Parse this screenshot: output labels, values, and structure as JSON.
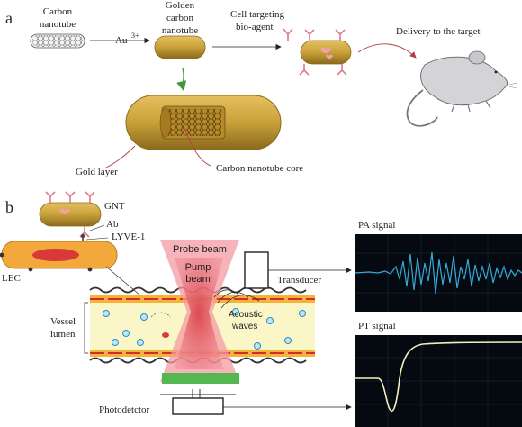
{
  "panel_a": {
    "label": "a",
    "carbon_nanotube_label": [
      "Carbon",
      "nanotube"
    ],
    "au_label": "Au",
    "au_superscript": "3+",
    "golden_cnt_label": [
      "Golden",
      "carbon",
      "nanotube"
    ],
    "targeting_label": [
      "Cell targeting",
      "bio-agent"
    ],
    "delivery_label": "Delivery to the target",
    "gold_layer_label": "Gold layer",
    "core_label": "Carbon nanotube core"
  },
  "panel_b": {
    "label": "b",
    "gnt_label": "GNT",
    "ab_label": "Ab",
    "lyve_label": "LYVE-1",
    "lec_label": "LEC",
    "probe_beam_label": "Probe beam",
    "pump_beam_label": [
      "Pump",
      "beam"
    ],
    "acoustic_label": [
      "Acoustic",
      "waves"
    ],
    "transducer_label": "Transducer",
    "vessel_label": [
      "Vessel",
      "lumen"
    ],
    "photodetector_label": "Photodetctor",
    "pa_signal_label": "PA signal",
    "pt_signal_label": "PT signal"
  },
  "colors": {
    "gold": "#c9a13a",
    "gold_dark": "#8a6a1c",
    "ligand": "#e07a8a",
    "vessel_fill": "#fbf6c8",
    "beam_red": "#e8515a",
    "scope_bg": "#050a10",
    "pa_trace": "#35a9d8",
    "pt_trace": "#f3efc0"
  },
  "icons": {
    "mouse": "mouse-illustration",
    "nanotube": "carbon-nanotube-lattice"
  }
}
